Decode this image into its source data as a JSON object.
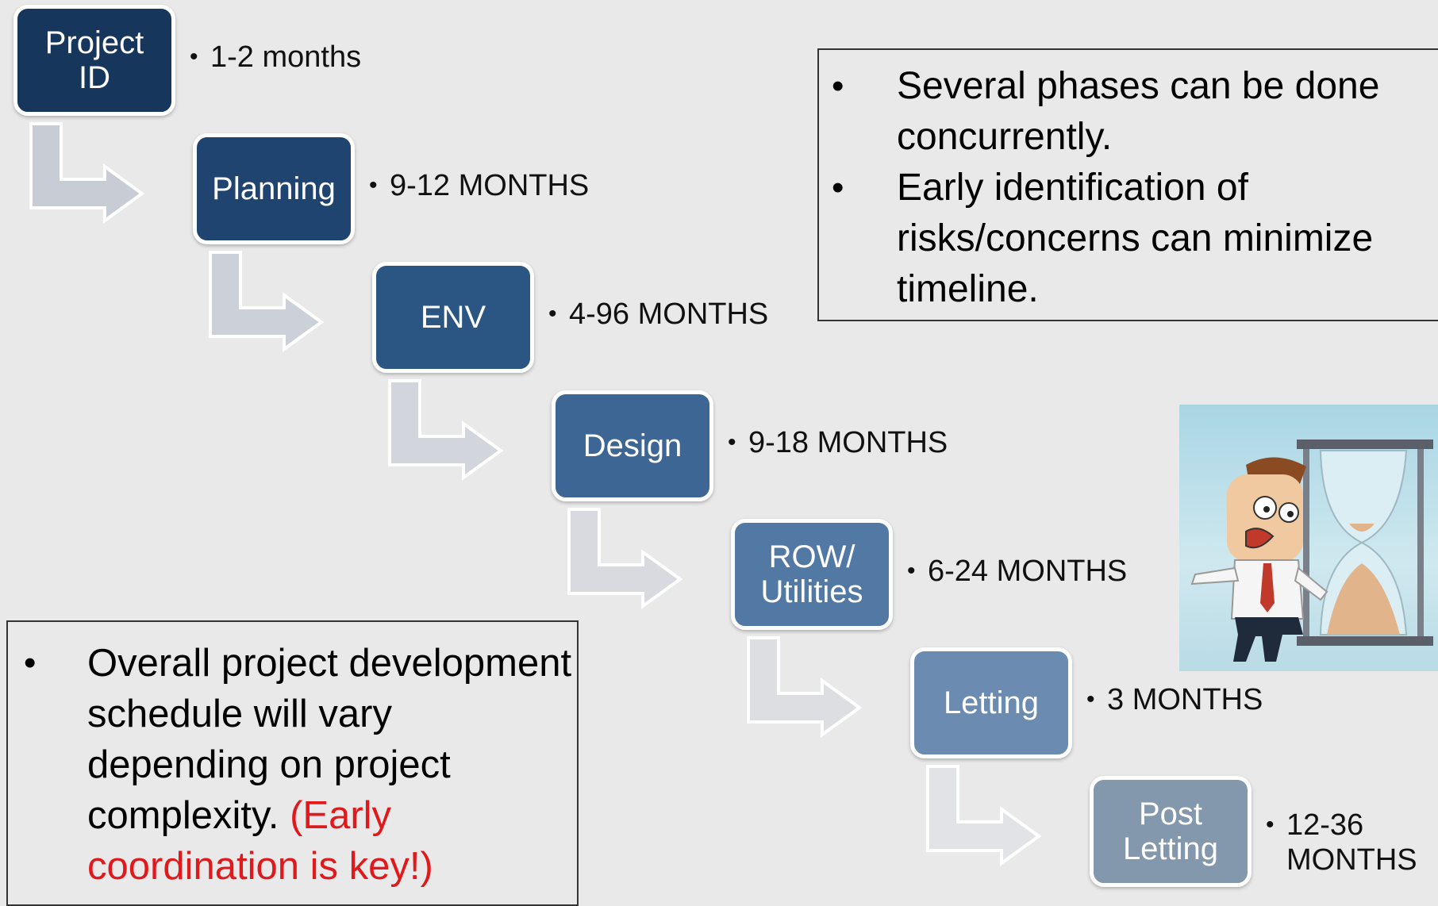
{
  "steps": [
    {
      "label": "Project\nID",
      "duration": "1-2 months",
      "color": "#16365c"
    },
    {
      "label": "Planning",
      "duration": "9-12 MONTHS",
      "color": "#1e446f"
    },
    {
      "label": "ENV",
      "duration": "4-96 MONTHS",
      "color": "#2b5583"
    },
    {
      "label": "Design",
      "duration": "9-18 MONTHS",
      "color": "#3e6694"
    },
    {
      "label": "ROW/\nUtilities",
      "duration": "6-24 MONTHS",
      "color": "#5279a4"
    },
    {
      "label": "Letting",
      "duration": "3 MONTHS",
      "color": "#6b8cb0"
    },
    {
      "label": "Post\nLetting",
      "duration": "12-36\nMONTHS",
      "color": "#8397ad"
    }
  ],
  "arrow_colors": [
    "#c8ccd5",
    "#ccd0d8",
    "#d2d5dc",
    "#d8dadf",
    "#dddee2",
    "#e2e3e6"
  ],
  "bullet_glyph": "•",
  "notes_top": [
    "Several phases can be done concurrently.",
    "Early identification of risks/concerns  can minimize timeline."
  ],
  "notes_bottom": {
    "text": "Overall project development schedule will vary depending on project complexity.  ",
    "highlight": "(Early coordination is key!)",
    "highlight_color": "#e0191d"
  },
  "clipart": {
    "icon": "worried-man-hourglass-icon"
  }
}
